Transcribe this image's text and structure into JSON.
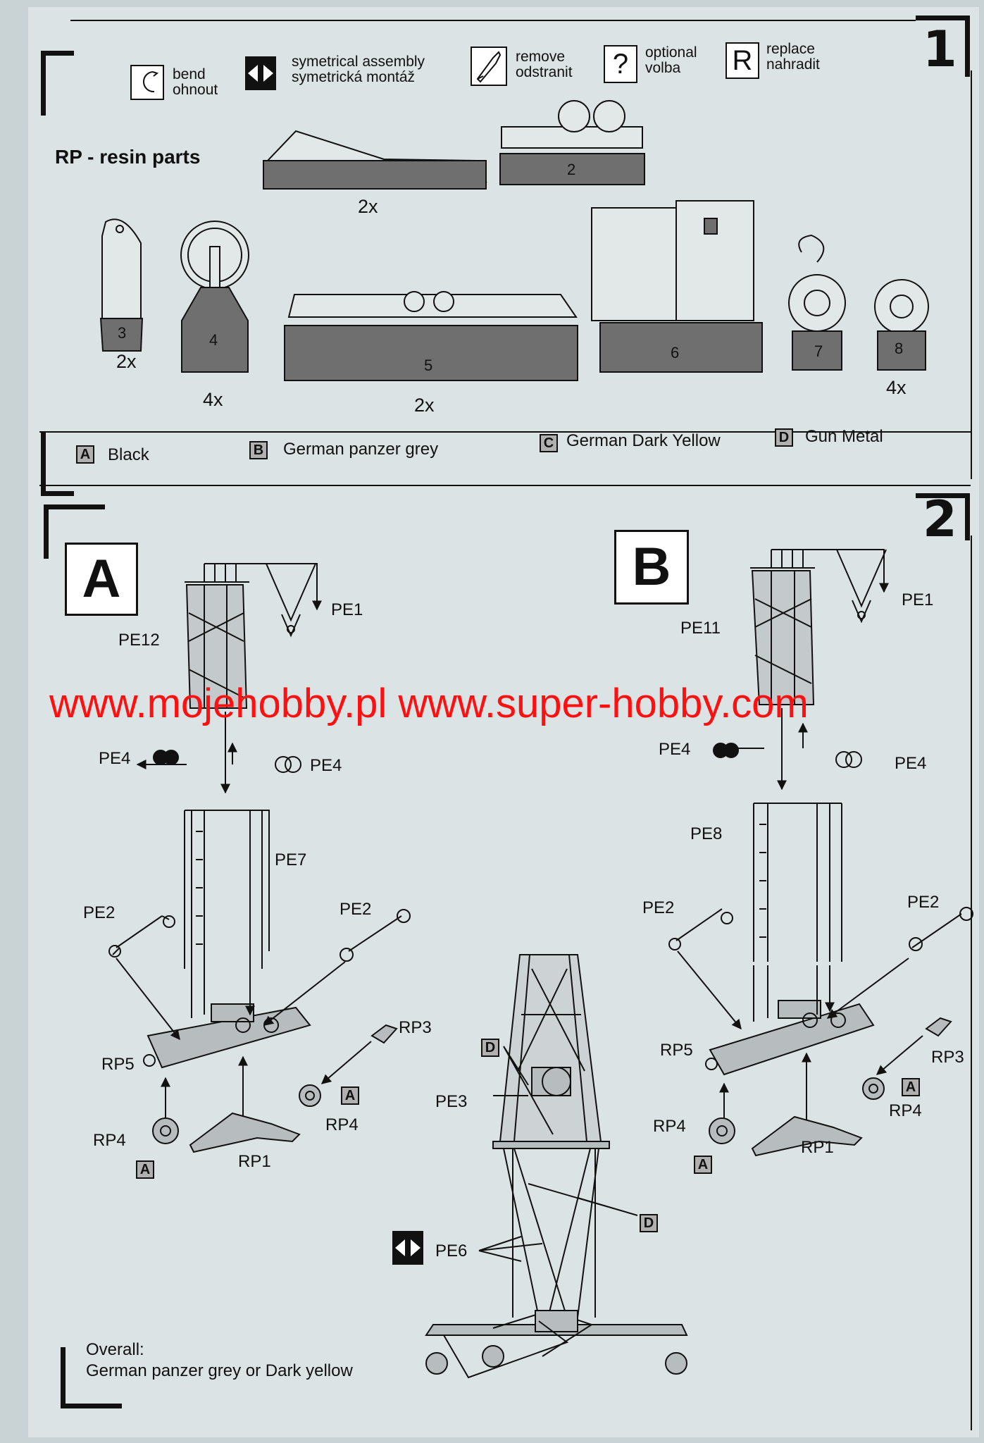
{
  "step1": {
    "number": "1",
    "legend": {
      "bend": [
        "bend",
        "ohnout"
      ],
      "symmetrical": [
        "symetrical assembly",
        "symetrická montáž"
      ],
      "remove": [
        "remove",
        "odstranit"
      ],
      "optional": [
        "optional",
        "volba"
      ],
      "optional_symbol": "?",
      "replace": [
        "replace",
        "nahradit"
      ],
      "replace_symbol": "R"
    },
    "resin_title": "RP - resin parts",
    "parts": [
      {
        "num": "",
        "qty": "2x"
      },
      {
        "num": "2",
        "qty": ""
      },
      {
        "num": "3",
        "qty": "2x"
      },
      {
        "num": "4",
        "qty": "4x"
      },
      {
        "num": "5",
        "qty": "2x"
      },
      {
        "num": "6",
        "qty": ""
      },
      {
        "num": "7",
        "qty": ""
      },
      {
        "num": "8",
        "qty": "4x"
      }
    ],
    "paints": [
      {
        "code": "A",
        "name": "Black"
      },
      {
        "code": "B",
        "name": "German panzer grey"
      },
      {
        "code": "C",
        "name": "German Dark Yellow"
      },
      {
        "code": "D",
        "name": "Gun Metal"
      }
    ]
  },
  "step2": {
    "number": "2",
    "variant_a": {
      "title": "A",
      "labels": {
        "pe12": "PE12",
        "pe1": "PE1",
        "pe4_left": "PE4",
        "pe4_right": "PE4",
        "pe7": "PE7",
        "pe2_left": "PE2",
        "pe2_right": "PE2",
        "rp3": "RP3",
        "rp5": "RP5",
        "rp4_right": "RP4",
        "rp4_left": "RP4",
        "rp1": "RP1",
        "paint_a1": "A",
        "paint_a2": "A"
      }
    },
    "variant_b": {
      "title": "B",
      "labels": {
        "pe11": "PE11",
        "pe1": "PE1",
        "pe4_left": "PE4",
        "pe4_right": "PE4",
        "pe8": "PE8",
        "pe2_left": "PE2",
        "pe2_right": "PE2",
        "rp3": "RP3",
        "rp5": "RP5",
        "rp4_right": "RP4",
        "rp4_left": "RP4",
        "rp1": "RP1",
        "paint_a1": "A",
        "paint_a2": "A"
      }
    },
    "center": {
      "pe3": "PE3",
      "pe6": "PE6",
      "paint_d1": "D",
      "paint_d2": "D"
    },
    "overall_title": "Overall:",
    "overall_text": "German panzer grey or Dark yellow"
  },
  "watermark": "www.mojehobby.pl www.super-hobby.com",
  "colors": {
    "paper": "#dce3e5",
    "resin_grey": "#6f6f6f",
    "watermark": "#ff1010"
  }
}
